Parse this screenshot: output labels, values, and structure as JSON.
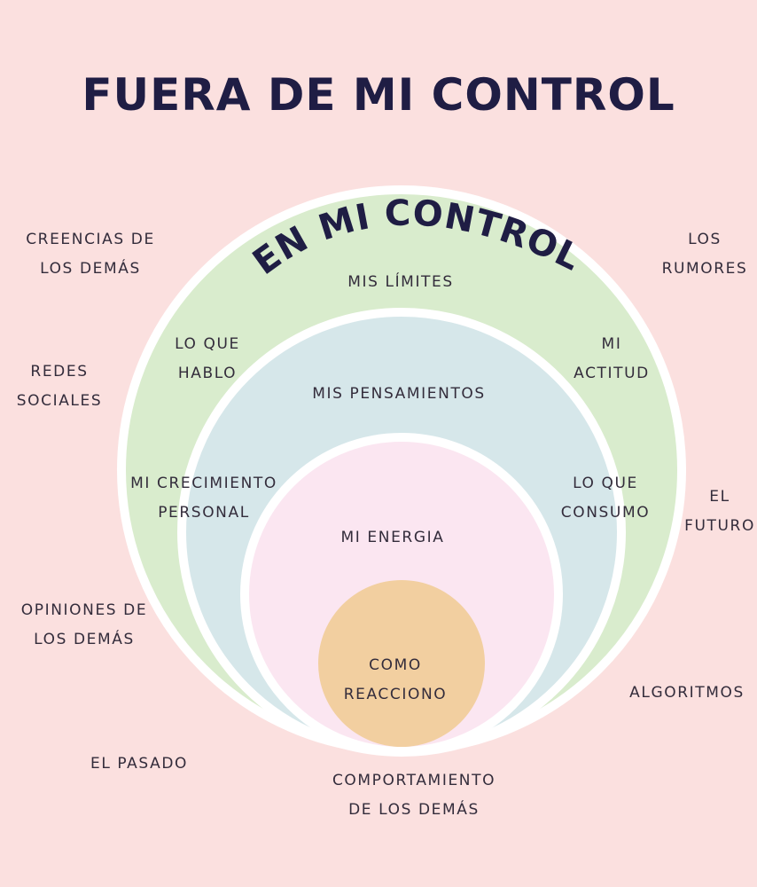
{
  "title": "FUERA DE MI CONTROL",
  "inner_title": "EN MI CONTROL",
  "colors": {
    "background": "#fbe0df",
    "ring_outer": "#d9eccd",
    "ring_middle": "#d6e7ea",
    "ring_inner": "#fbe6f1",
    "core": "#f2cfa0",
    "ring_border": "#ffffff",
    "title_text": "#1f1d44"
  },
  "inside": {
    "outer_ring": [
      {
        "id": "mis-limites",
        "lines": [
          "MIS LÍMITES"
        ]
      },
      {
        "id": "lo-que-hablo",
        "lines": [
          "LO QUE",
          "HABLO"
        ]
      },
      {
        "id": "mi-actitud",
        "lines": [
          "MI",
          "ACTITUD"
        ]
      },
      {
        "id": "mi-crecimiento-personal",
        "lines": [
          "MI CRECIMIENTO",
          "PERSONAL"
        ]
      },
      {
        "id": "lo-que-consumo",
        "lines": [
          "LO QUE",
          "CONSUMO"
        ]
      }
    ],
    "middle_ring": [
      {
        "id": "mis-pensamientos",
        "lines": [
          "MIS PENSAMIENTOS"
        ]
      }
    ],
    "inner_ring": [
      {
        "id": "mi-energia",
        "lines": [
          "MI ENERGIA"
        ]
      }
    ],
    "core": [
      {
        "id": "como-reacciono",
        "lines": [
          "COMO",
          "REACCIONO"
        ]
      }
    ]
  },
  "outside": [
    {
      "id": "creencias-de-los-demas",
      "lines": [
        "CREENCIAS DE",
        "LOS DEMÁS"
      ]
    },
    {
      "id": "los-rumores",
      "lines": [
        "LOS",
        "RUMORES"
      ]
    },
    {
      "id": "redes-sociales",
      "lines": [
        "REDES",
        "SOCIALES"
      ]
    },
    {
      "id": "el-futuro",
      "lines": [
        "EL",
        "FUTURO"
      ]
    },
    {
      "id": "opiniones-de-los-demas",
      "lines": [
        "OPINIONES DE",
        "LOS DEMÁS"
      ]
    },
    {
      "id": "algoritmos",
      "lines": [
        "ALGORITMOS"
      ]
    },
    {
      "id": "el-pasado",
      "lines": [
        "EL PASADO"
      ]
    },
    {
      "id": "comportamiento-de-los-demas",
      "lines": [
        "COMPORTAMIENTO",
        "DE LOS DEMÁS"
      ]
    }
  ]
}
